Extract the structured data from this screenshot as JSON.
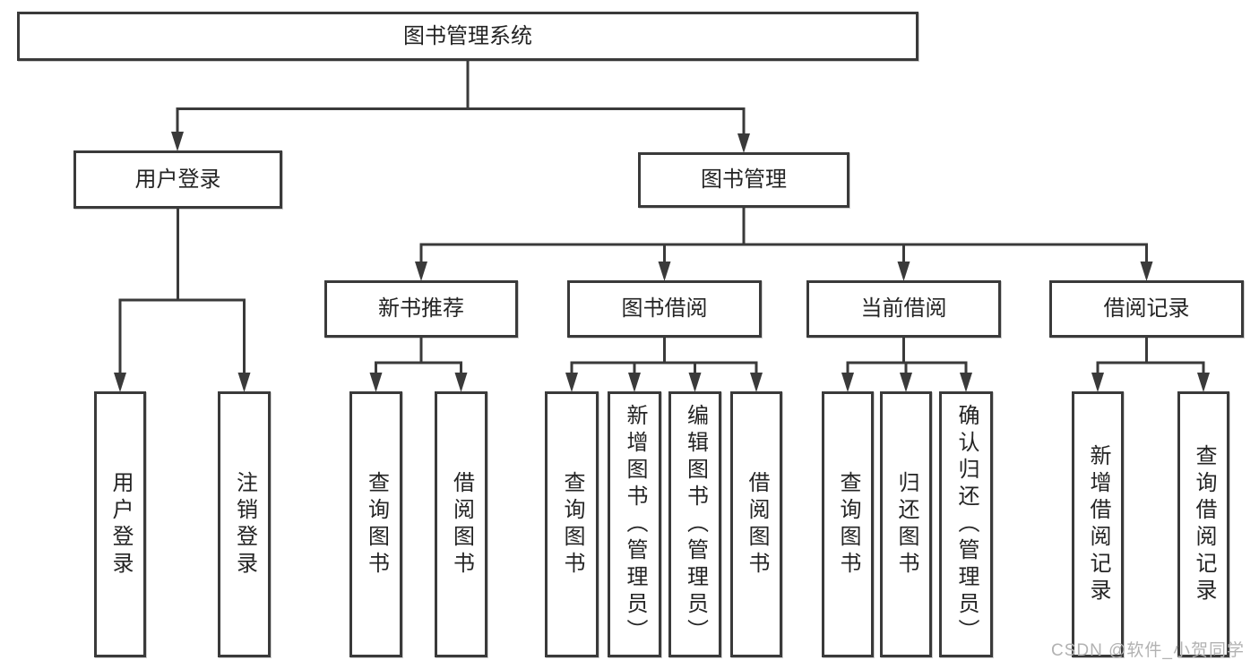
{
  "tree": {
    "root": {
      "label": "图书管理系统"
    },
    "children": [
      {
        "label": "用户登录",
        "children": [
          {
            "label": "用户登录"
          },
          {
            "label": "注销登录"
          }
        ]
      },
      {
        "label": "图书管理",
        "children": [
          {
            "label": "新书推荐",
            "children": [
              {
                "label": "查询图书"
              },
              {
                "label": "借阅图书"
              }
            ]
          },
          {
            "label": "图书借阅",
            "children": [
              {
                "label": "查询图书"
              },
              {
                "label": "新增图书（管理员）"
              },
              {
                "label": "编辑图书（管理员）"
              },
              {
                "label": "借阅图书"
              }
            ]
          },
          {
            "label": "当前借阅",
            "children": [
              {
                "label": "查询图书"
              },
              {
                "label": "归还图书"
              },
              {
                "label": "确认归还（管理员）"
              }
            ]
          },
          {
            "label": "借阅记录",
            "children": [
              {
                "label": "新增借阅记录"
              },
              {
                "label": "查询借阅记录"
              }
            ]
          }
        ]
      }
    ]
  },
  "watermark": "CSDN @软件_小贺同学",
  "colors": {
    "line": "#3a3a3a",
    "box_border": "#3a3a3a",
    "text": "#242424",
    "watermark": "#b2b2b2",
    "background": "#ffffff"
  }
}
